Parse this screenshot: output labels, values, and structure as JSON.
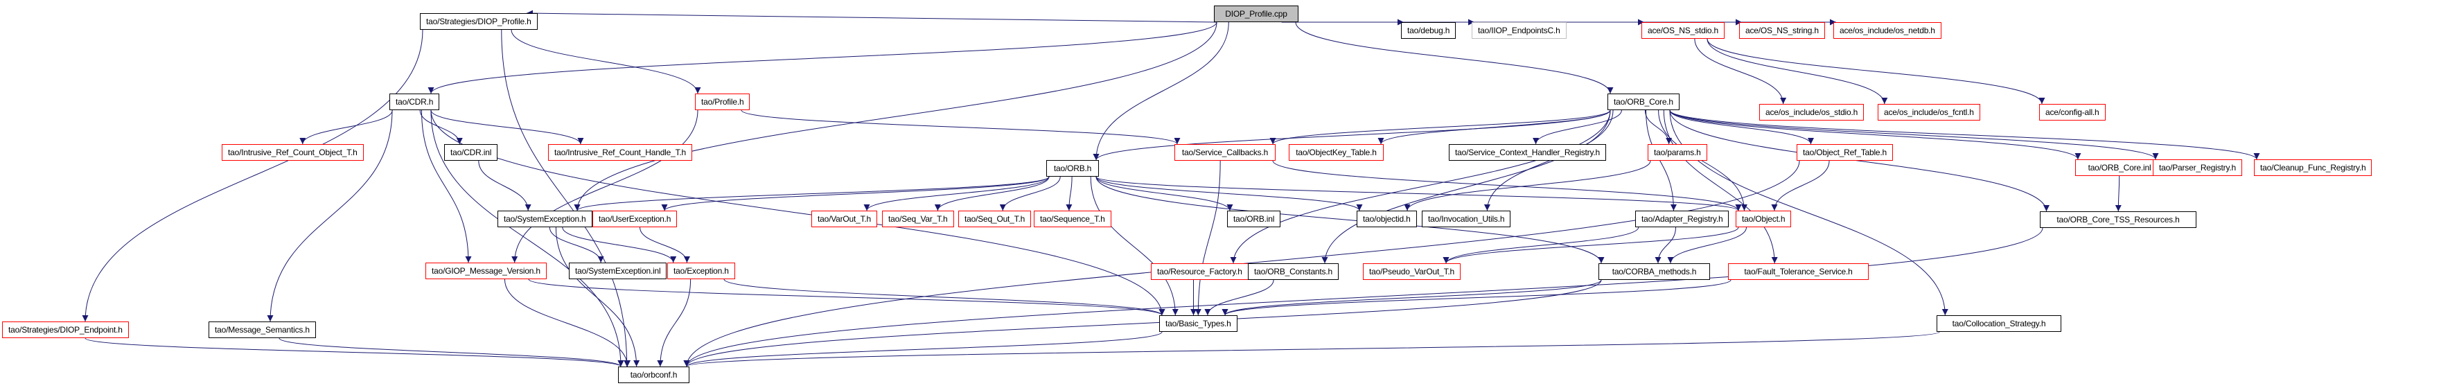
{
  "graph": {
    "title": "DIOP_Profile.cpp include dependency graph",
    "colors": {
      "edge": "#191970",
      "node_border_documented": "#000000",
      "node_border_undocumented": "#ff0000",
      "node_border_external": "#bfbfbf",
      "root_fill": "#bfbfbf"
    },
    "nodes": [
      {
        "id": "root",
        "label": "DIOP_Profile.cpp",
        "style": "root"
      },
      {
        "id": "diop_profile_h",
        "label": "tao/Strategies/DIOP_Profile.h",
        "style": "black"
      },
      {
        "id": "debug_h",
        "label": "tao/debug.h",
        "style": "black"
      },
      {
        "id": "iiop_endpointsc_h",
        "label": "tao/IIOP_EndpointsC.h",
        "style": "gray"
      },
      {
        "id": "os_ns_stdio_h",
        "label": "ace/OS_NS_stdio.h",
        "style": "red"
      },
      {
        "id": "os_ns_string_h",
        "label": "ace/OS_NS_string.h",
        "style": "red"
      },
      {
        "id": "os_netdb_h",
        "label": "ace/os_include/os_netdb.h",
        "style": "red"
      },
      {
        "id": "cdr_h",
        "label": "tao/CDR.h",
        "style": "black"
      },
      {
        "id": "profile_h",
        "label": "tao/Profile.h",
        "style": "red"
      },
      {
        "id": "orb_core_h",
        "label": "tao/ORB_Core.h",
        "style": "black"
      },
      {
        "id": "os_stdio_h",
        "label": "ace/os_include/os_stdio.h",
        "style": "red"
      },
      {
        "id": "os_fcntl_h",
        "label": "ace/os_include/os_fcntl.h",
        "style": "red"
      },
      {
        "id": "config_all_h",
        "label": "ace/config-all.h",
        "style": "red"
      },
      {
        "id": "irc_object_t_h",
        "label": "tao/Intrusive_Ref_Count_Object_T.h",
        "style": "red"
      },
      {
        "id": "cdr_inl",
        "label": "tao/CDR.inl",
        "style": "black"
      },
      {
        "id": "irc_handle_t_h",
        "label": "tao/Intrusive_Ref_Count_Handle_T.h",
        "style": "red"
      },
      {
        "id": "service_callbacks_h",
        "label": "tao/Service_Callbacks.h",
        "style": "red"
      },
      {
        "id": "objectkey_table_h",
        "label": "tao/ObjectKey_Table.h",
        "style": "red"
      },
      {
        "id": "sch_registry_h",
        "label": "tao/Service_Context_Handler_Registry.h",
        "style": "black"
      },
      {
        "id": "params_h",
        "label": "tao/params.h",
        "style": "red"
      },
      {
        "id": "object_ref_table_h",
        "label": "tao/Object_Ref_Table.h",
        "style": "red"
      },
      {
        "id": "orb_core_inl",
        "label": "tao/ORB_Core.inl",
        "style": "red"
      },
      {
        "id": "parser_registry_h",
        "label": "tao/Parser_Registry.h",
        "style": "red"
      },
      {
        "id": "cleanup_func_registry_h",
        "label": "tao/Cleanup_Func_Registry.h",
        "style": "red"
      },
      {
        "id": "orb_h",
        "label": "tao/ORB.h",
        "style": "black"
      },
      {
        "id": "systemexception_h",
        "label": "tao/SystemException.h",
        "style": "black"
      },
      {
        "id": "userexception_h",
        "label": "tao/UserException.h",
        "style": "red"
      },
      {
        "id": "varout_t_h",
        "label": "tao/VarOut_T.h",
        "style": "red"
      },
      {
        "id": "seq_var_t_h",
        "label": "tao/Seq_Var_T.h",
        "style": "red"
      },
      {
        "id": "seq_out_t_h",
        "label": "tao/Seq_Out_T.h",
        "style": "red"
      },
      {
        "id": "sequence_t_h",
        "label": "tao/Sequence_T.h",
        "style": "red"
      },
      {
        "id": "orb_inl",
        "label": "tao/ORB.inl",
        "style": "black"
      },
      {
        "id": "objectid_h",
        "label": "tao/objectid.h",
        "style": "black"
      },
      {
        "id": "invocation_utils_h",
        "label": "tao/Invocation_Utils.h",
        "style": "black"
      },
      {
        "id": "adapter_registry_h",
        "label": "tao/Adapter_Registry.h",
        "style": "black"
      },
      {
        "id": "object_h",
        "label": "tao/Object.h",
        "style": "red"
      },
      {
        "id": "orb_core_tss_h",
        "label": "tao/ORB_Core_TSS_Resources.h",
        "style": "black"
      },
      {
        "id": "giop_msg_version_h",
        "label": "tao/GIOP_Message_Version.h",
        "style": "red"
      },
      {
        "id": "systemexception_inl",
        "label": "tao/SystemException.inl",
        "style": "black"
      },
      {
        "id": "exception_h",
        "label": "tao/Exception.h",
        "style": "red"
      },
      {
        "id": "resource_factory_h",
        "label": "tao/Resource_Factory.h",
        "style": "red"
      },
      {
        "id": "orb_constants_h",
        "label": "tao/ORB_Constants.h",
        "style": "black"
      },
      {
        "id": "pseudo_varout_t_h",
        "label": "tao/Pseudo_VarOut_T.h",
        "style": "red"
      },
      {
        "id": "corba_methods_h",
        "label": "tao/CORBA_methods.h",
        "style": "black"
      },
      {
        "id": "fault_tolerance_h",
        "label": "tao/Fault_Tolerance_Service.h",
        "style": "red"
      },
      {
        "id": "diop_endpoint_h",
        "label": "tao/Strategies/DIOP_Endpoint.h",
        "style": "red"
      },
      {
        "id": "message_semantics_h",
        "label": "tao/Message_Semantics.h",
        "style": "black"
      },
      {
        "id": "basic_types_h",
        "label": "tao/Basic_Types.h",
        "style": "black"
      },
      {
        "id": "collocation_strategy_h",
        "label": "tao/Collocation_Strategy.h",
        "style": "black"
      },
      {
        "id": "orbconf_h",
        "label": "tao/orbconf.h",
        "style": "black"
      }
    ],
    "edges": [
      [
        "root",
        "diop_profile_h"
      ],
      [
        "root",
        "debug_h"
      ],
      [
        "root",
        "iiop_endpointsc_h"
      ],
      [
        "root",
        "os_ns_stdio_h"
      ],
      [
        "root",
        "os_ns_string_h"
      ],
      [
        "root",
        "os_netdb_h"
      ],
      [
        "root",
        "cdr_h"
      ],
      [
        "root",
        "orb_h"
      ],
      [
        "root",
        "orb_core_h"
      ],
      [
        "root",
        "systemexception_h"
      ],
      [
        "diop_profile_h",
        "profile_h"
      ],
      [
        "diop_profile_h",
        "diop_endpoint_h"
      ],
      [
        "diop_profile_h",
        "orbconf_h"
      ],
      [
        "os_ns_stdio_h",
        "os_stdio_h"
      ],
      [
        "os_ns_stdio_h",
        "os_fcntl_h"
      ],
      [
        "os_ns_stdio_h",
        "config_all_h"
      ],
      [
        "cdr_h",
        "irc_object_t_h"
      ],
      [
        "cdr_h",
        "cdr_inl"
      ],
      [
        "cdr_h",
        "irc_handle_t_h"
      ],
      [
        "cdr_h",
        "giop_msg_version_h"
      ],
      [
        "cdr_h",
        "message_semantics_h"
      ],
      [
        "cdr_h",
        "basic_types_h"
      ],
      [
        "cdr_h",
        "orbconf_h"
      ],
      [
        "cdr_inl",
        "systemexception_h"
      ],
      [
        "profile_h",
        "service_callbacks_h"
      ],
      [
        "profile_h",
        "giop_msg_version_h"
      ],
      [
        "orb_core_h",
        "service_callbacks_h"
      ],
      [
        "orb_core_h",
        "objectkey_table_h"
      ],
      [
        "orb_core_h",
        "sch_registry_h"
      ],
      [
        "orb_core_h",
        "params_h"
      ],
      [
        "orb_core_h",
        "object_ref_table_h"
      ],
      [
        "orb_core_h",
        "orb_core_inl"
      ],
      [
        "orb_core_h",
        "parser_registry_h"
      ],
      [
        "orb_core_h",
        "cleanup_func_registry_h"
      ],
      [
        "orb_core_h",
        "orb_core_tss_h"
      ],
      [
        "orb_core_h",
        "invocation_utils_h"
      ],
      [
        "orb_core_h",
        "adapter_registry_h"
      ],
      [
        "orb_core_h",
        "object_h"
      ],
      [
        "orb_core_h",
        "fault_tolerance_h"
      ],
      [
        "orb_core_h",
        "collocation_strategy_h"
      ],
      [
        "orb_core_h",
        "resource_factory_h"
      ],
      [
        "orb_core_h",
        "orb_constants_h"
      ],
      [
        "orb_core_h",
        "orb_h"
      ],
      [
        "orb_h",
        "userexception_h"
      ],
      [
        "orb_h",
        "varout_t_h"
      ],
      [
        "orb_h",
        "seq_var_t_h"
      ],
      [
        "orb_h",
        "seq_out_t_h"
      ],
      [
        "orb_h",
        "sequence_t_h"
      ],
      [
        "orb_h",
        "orb_inl"
      ],
      [
        "orb_h",
        "objectid_h"
      ],
      [
        "orb_h",
        "object_h"
      ],
      [
        "orb_h",
        "corba_methods_h"
      ],
      [
        "orb_h",
        "systemexception_h"
      ],
      [
        "orb_h",
        "basic_types_h"
      ],
      [
        "service_callbacks_h",
        "object_h"
      ],
      [
        "service_callbacks_h",
        "basic_types_h"
      ],
      [
        "params_h",
        "objectid_h"
      ],
      [
        "object_ref_table_h",
        "object_h"
      ],
      [
        "object_ref_table_h",
        "orbconf_h"
      ],
      [
        "orb_core_inl",
        "orb_core_tss_h"
      ],
      [
        "orb_core_tss_h",
        "orbconf_h"
      ],
      [
        "systemexception_h",
        "systemexception_inl"
      ],
      [
        "systemexception_h",
        "exception_h"
      ],
      [
        "systemexception_h",
        "orbconf_h"
      ],
      [
        "userexception_h",
        "exception_h"
      ],
      [
        "adapter_registry_h",
        "corba_methods_h"
      ],
      [
        "adapter_registry_h",
        "pseudo_varout_t_h"
      ],
      [
        "object_h",
        "corba_methods_h"
      ],
      [
        "object_h",
        "pseudo_varout_t_h"
      ],
      [
        "giop_msg_version_h",
        "basic_types_h"
      ],
      [
        "giop_msg_version_h",
        "orbconf_h"
      ],
      [
        "exception_h",
        "basic_types_h"
      ],
      [
        "exception_h",
        "orbconf_h"
      ],
      [
        "resource_factory_h",
        "basic_types_h"
      ],
      [
        "orb_constants_h",
        "basic_types_h"
      ],
      [
        "corba_methods_h",
        "basic_types_h"
      ],
      [
        "corba_methods_h",
        "orbconf_h"
      ],
      [
        "fault_tolerance_h",
        "basic_types_h"
      ],
      [
        "diop_endpoint_h",
        "orbconf_h"
      ],
      [
        "message_semantics_h",
        "orbconf_h"
      ],
      [
        "basic_types_h",
        "orbconf_h"
      ],
      [
        "collocation_strategy_h",
        "orbconf_h"
      ]
    ]
  }
}
